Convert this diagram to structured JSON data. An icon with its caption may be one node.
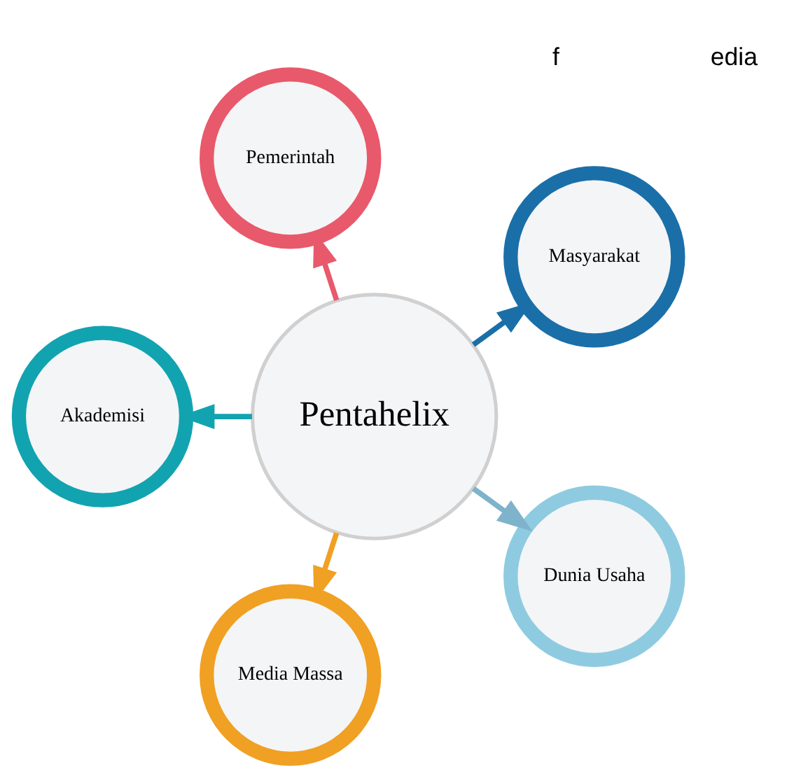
{
  "diagram": {
    "nodes": [
      {
        "text": [
          "Masyarakat"
        ]
      },
      {
        "text": [
          "Pemerintah"
        ]
      },
      {
        "text": [
          "Pentahelix"
        ]
      },
      {
        "text": [
          "Akademisi"
        ]
      },
      {
        "text": [
          "Media Massa"
        ]
      },
      {
        "text": [
          "Dunia Usaha"
        ]
      }
    ],
    "edges": [
      {
        "from": 2,
        "to": 0,
        "arrow": "to",
        "color": "#1a6fa8"
      },
      {
        "from": 2,
        "to": 3,
        "arrow": "to",
        "color": "#12a3b0"
      },
      {
        "from": 2,
        "to": 5,
        "arrow": "to",
        "color": "#7fb3cc"
      },
      {
        "from": 2,
        "to": 4,
        "arrow": "to",
        "color": "#f0a023"
      },
      {
        "from": 2,
        "to": 1,
        "arrow": "to",
        "color": "#e8596b"
      }
    ],
    "labels": [
      "edia",
      "f"
    ]
  }
}
